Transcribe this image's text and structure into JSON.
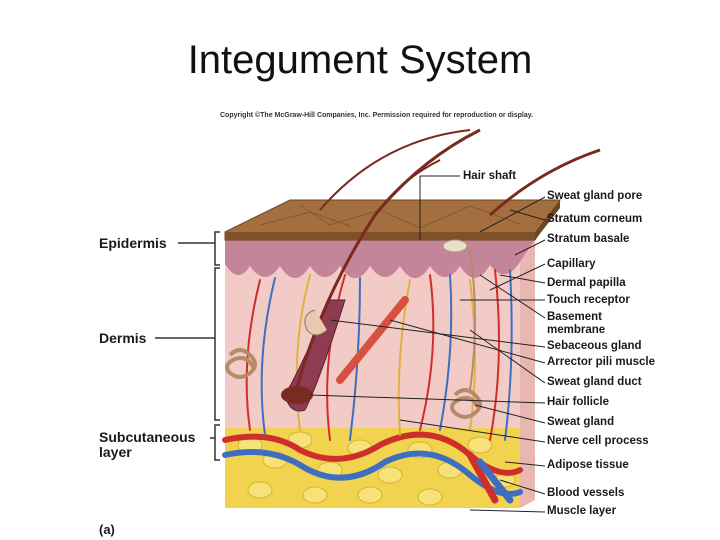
{
  "title": "Integument System",
  "copyright": "Copyright ©The McGraw-Hill Companies, Inc. Permission required for reproduction or display.",
  "figure_label": "(a)",
  "left_labels": {
    "epidermis": "Epidermis",
    "dermis": "Dermis",
    "subcutaneous": "Subcutaneous layer"
  },
  "right_labels": [
    "Hair shaft",
    "Sweat gland pore",
    "Stratum corneum",
    "Stratum basale",
    "Capillary",
    "Dermal papilla",
    "Touch receptor",
    "Basement membrane",
    "Sebaceous gland",
    "Arrector pili muscle",
    "Sweat gland duct",
    "Hair follicle",
    "Sweat gland",
    "Nerve cell process",
    "Adipose tissue",
    "Blood vessels",
    "Muscle layer"
  ],
  "colors": {
    "stratum_corneum": "#9a6a3a",
    "epidermis": "#c98fa0",
    "dermis": "#f2c7c4",
    "adipose": "#f0d24a",
    "artery": "#d0302a",
    "vein": "#3f6fbf",
    "nerve": "#e0b040",
    "hair": "#7a2a20"
  }
}
